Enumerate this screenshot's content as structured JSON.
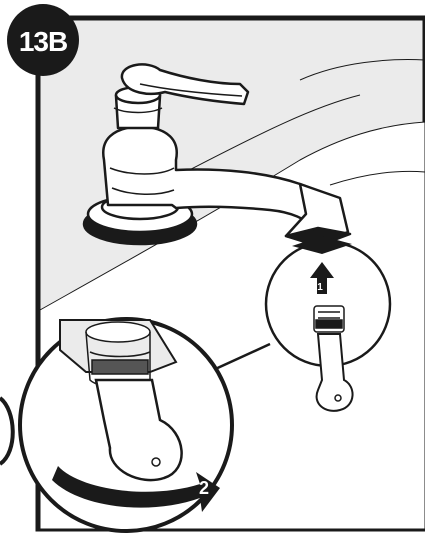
{
  "figure": {
    "label": "13B",
    "steps": [
      {
        "number": "1",
        "action": "insert-up"
      },
      {
        "number": "2",
        "action": "rotate-clockwise"
      }
    ],
    "colors": {
      "background": "#ebebeb",
      "outline": "#1a1a1a",
      "badge": "#1a1a1a",
      "badge_text": "#ffffff",
      "paper": "#ffffff"
    },
    "icons": [
      "up-arrow-icon",
      "curved-arrow-icon"
    ]
  }
}
